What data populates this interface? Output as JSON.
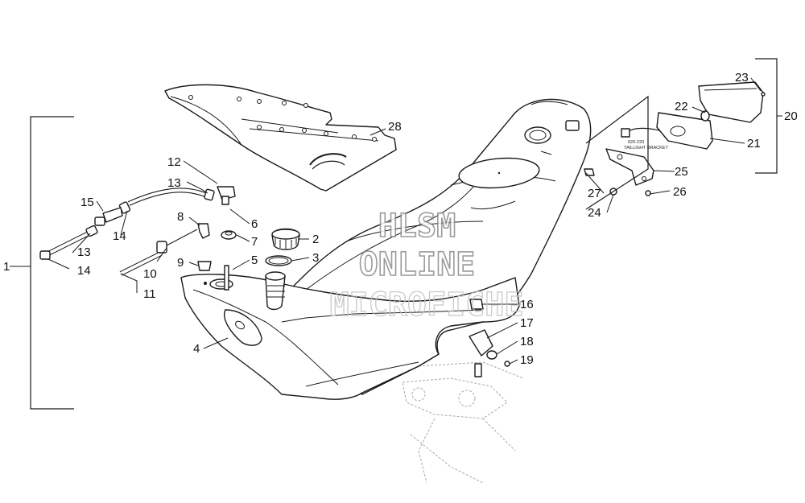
{
  "callouts": {
    "c1": "1",
    "c2": "2",
    "c3": "3",
    "c4": "4",
    "c5": "5",
    "c6": "6",
    "c7": "7",
    "c8": "8",
    "c9": "9",
    "c10": "10",
    "c11": "11",
    "c12": "12",
    "c13a": "13",
    "c13b": "13",
    "c14a": "14",
    "c14b": "14",
    "c15": "15",
    "c16": "16",
    "c17": "17",
    "c18": "18",
    "c19": "19",
    "c20": "20",
    "c21": "21",
    "c22": "22",
    "c23": "23",
    "c24": "24",
    "c25": "25",
    "c26": "26",
    "c27": "27",
    "c28": "28"
  },
  "bracket_label": {
    "line1": "620-233",
    "line2": "TAILLIGHT BRACKET"
  },
  "watermark": {
    "line1": "HLSM",
    "line2": "ONLINE",
    "line3": "MICROFICHE"
  },
  "colors": {
    "line": "#1a1a1a",
    "watermark_outline": "#8a8a8a",
    "background": "#ffffff"
  }
}
